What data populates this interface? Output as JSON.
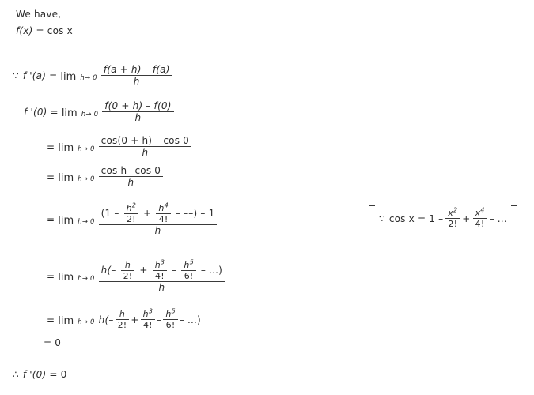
{
  "document": {
    "type": "math-derivation",
    "background_color": "#ffffff",
    "text_color": "#2b2b2b"
  },
  "intro": {
    "line1": "We have,",
    "function_label": "f(x)",
    "function_eq": "=",
    "function_body": "cos x"
  },
  "symbols": {
    "because": "∵",
    "therefore": "∴",
    "equals": "=",
    "limit_op": "lim",
    "limit_sub": "h→ 0",
    "minus": "–",
    "plus": "+",
    "ellipsis": "...",
    "dashes": "– ––"
  },
  "derivation": {
    "step1": {
      "lead_symbol": "∵",
      "lhs": "f '(a)",
      "eq": "=",
      "limit_op": "lim",
      "limit_sub": "h→ 0",
      "numerator": "f(a + h) – f(a)",
      "denominator": "h"
    },
    "step2": {
      "lhs": "f '(0)",
      "eq": "=",
      "limit_op": "lim",
      "limit_sub": "h→ 0",
      "numerator": "f(0 + h) – f(0)",
      "denominator": "h"
    },
    "step3": {
      "eq": "=",
      "limit_op": "lim",
      "limit_sub": "h→ 0",
      "numerator": "cos(0 + h) – cos 0",
      "denominator": "h"
    },
    "step4": {
      "eq": "=",
      "limit_op": "lim",
      "limit_sub": "h→ 0",
      "numerator": "cos h– cos 0",
      "denominator": "h"
    },
    "step5": {
      "eq": "=",
      "limit_op": "lim",
      "limit_sub": "h→ 0",
      "num_open": "(1 –",
      "num_term1_numerator": "h",
      "num_term1_exponent": "2",
      "num_term1_denominator": "2!",
      "num_mid": "+",
      "num_term2_numerator": "h",
      "num_term2_exponent": "4",
      "num_term2_denominator": "4!",
      "num_tail": "– ––) – 1",
      "denominator": "h"
    },
    "step6": {
      "eq": "=",
      "limit_op": "lim",
      "limit_sub": "h→ 0",
      "num_open": "h(–",
      "num_term1_numerator": "h",
      "num_term1_exponent": "",
      "num_term1_denominator": "2!",
      "num_op1": "+",
      "num_term2_numerator": "h",
      "num_term2_exponent": "3",
      "num_term2_denominator": "4!",
      "num_op2": "–",
      "num_term3_numerator": "h",
      "num_term3_exponent": "5",
      "num_term3_denominator": "6!",
      "num_tail": "– ...)",
      "denominator": "h"
    },
    "step7": {
      "eq": "=",
      "limit_op": "lim",
      "limit_sub": "h→ 0",
      "open": "h(–",
      "term1_numerator": "h",
      "term1_exponent": "",
      "term1_denominator": "2!",
      "op1": "+",
      "term2_numerator": "h",
      "term2_exponent": "3",
      "term2_denominator": "4!",
      "op2": "–",
      "term3_numerator": "h",
      "term3_exponent": "5",
      "term3_denominator": "6!",
      "tail": "– ...)"
    },
    "step8": {
      "eq": "=",
      "value": "0"
    }
  },
  "conclusion": {
    "lead_symbol": "∴",
    "lhs": "f '(0)",
    "eq": "=",
    "value": "0"
  },
  "aside_note": {
    "lead_symbol": "∵",
    "lhs": "cos x",
    "eq": "=",
    "first_term": "1 –",
    "term1_numerator": "x",
    "term1_exponent": "2",
    "term1_denominator": "2!",
    "op1": "+",
    "term2_numerator": "x",
    "term2_exponent": "4",
    "term2_denominator": "4!",
    "tail": "– ..."
  }
}
